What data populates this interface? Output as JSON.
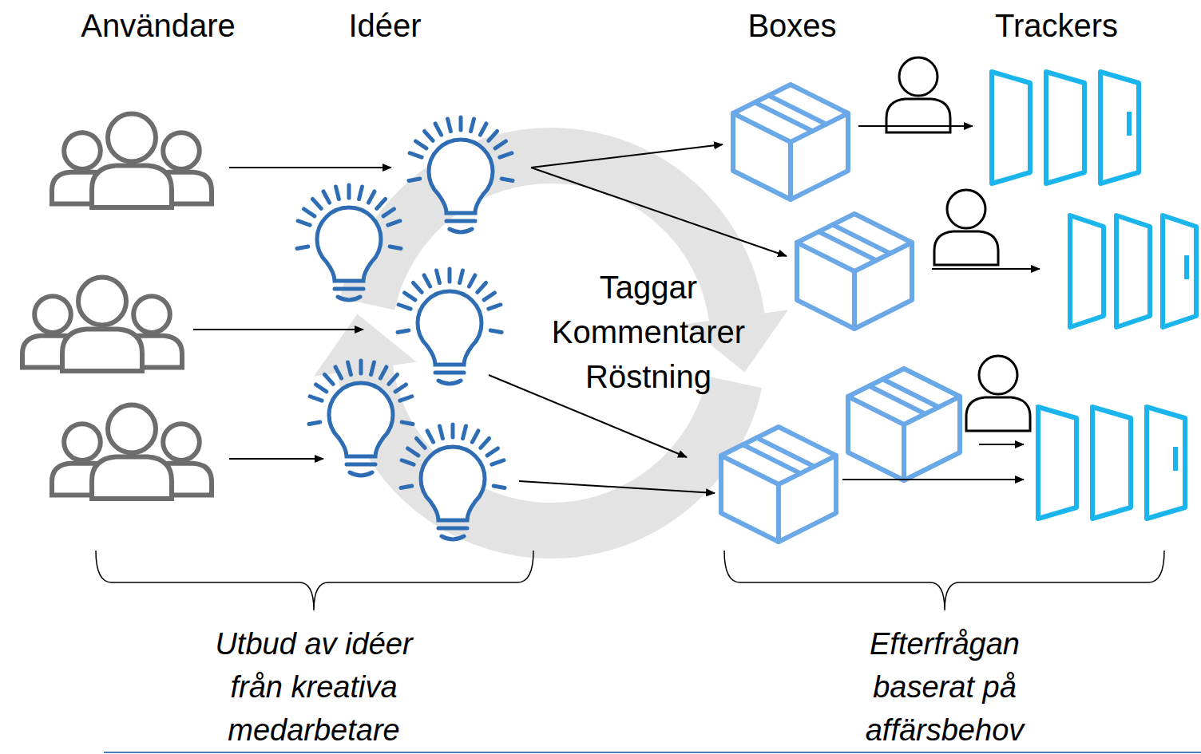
{
  "diagram": {
    "labels": [
      "Användare",
      "Idéer",
      "Boxes",
      "Trackers",
      "Taggar Kommentarer Röstning",
      "Utbud av idéer från kreativa medarbetare",
      "Efterfrågan baserat på affärsbehov"
    ]
  }
}
